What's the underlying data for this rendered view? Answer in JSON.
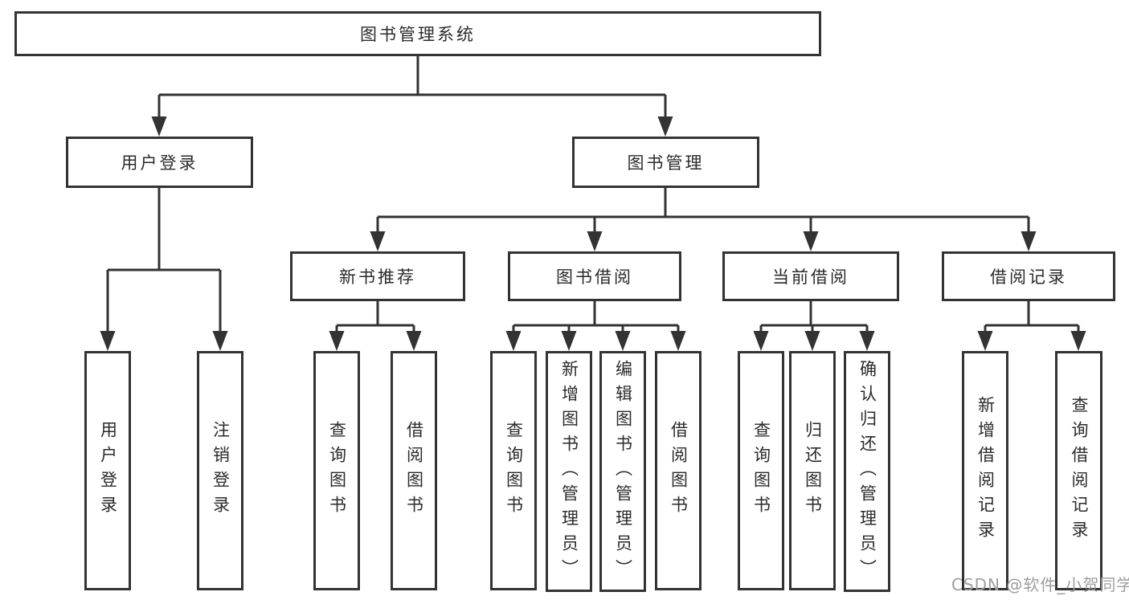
{
  "diagram": {
    "type": "hierarchy-tree",
    "title": "图书管理系统"
  },
  "tree": {
    "root": {
      "label": "图书管理系统",
      "children": [
        {
          "label": "用户登录",
          "children": [
            {
              "label": "用户登录"
            },
            {
              "label": "注销登录"
            }
          ]
        },
        {
          "label": "图书管理",
          "children": [
            {
              "label": "新书推荐",
              "children": [
                {
                  "label": "查询图书"
                },
                {
                  "label": "借阅图书"
                }
              ]
            },
            {
              "label": "图书借阅",
              "children": [
                {
                  "label": "查询图书"
                },
                {
                  "label": "新增图书（管理员）"
                },
                {
                  "label": "编辑图书（管理员）"
                },
                {
                  "label": "借阅图书"
                }
              ]
            },
            {
              "label": "当前借阅",
              "children": [
                {
                  "label": "查询图书"
                },
                {
                  "label": "归还图书"
                },
                {
                  "label": "确认归还（管理员）"
                }
              ]
            },
            {
              "label": "借阅记录",
              "children": [
                {
                  "label": "新增借阅记录"
                },
                {
                  "label": "查询借阅记录"
                }
              ]
            }
          ]
        }
      ]
    }
  },
  "watermark": {
    "text": "CSDN @软件_小贺同学"
  },
  "colors": {
    "line": "#333333",
    "box_border": "#333333",
    "box_fill": "#ffffff",
    "text": "#2b2b2b",
    "watermark": "#9e9e9e",
    "background": "#ffffff"
  }
}
